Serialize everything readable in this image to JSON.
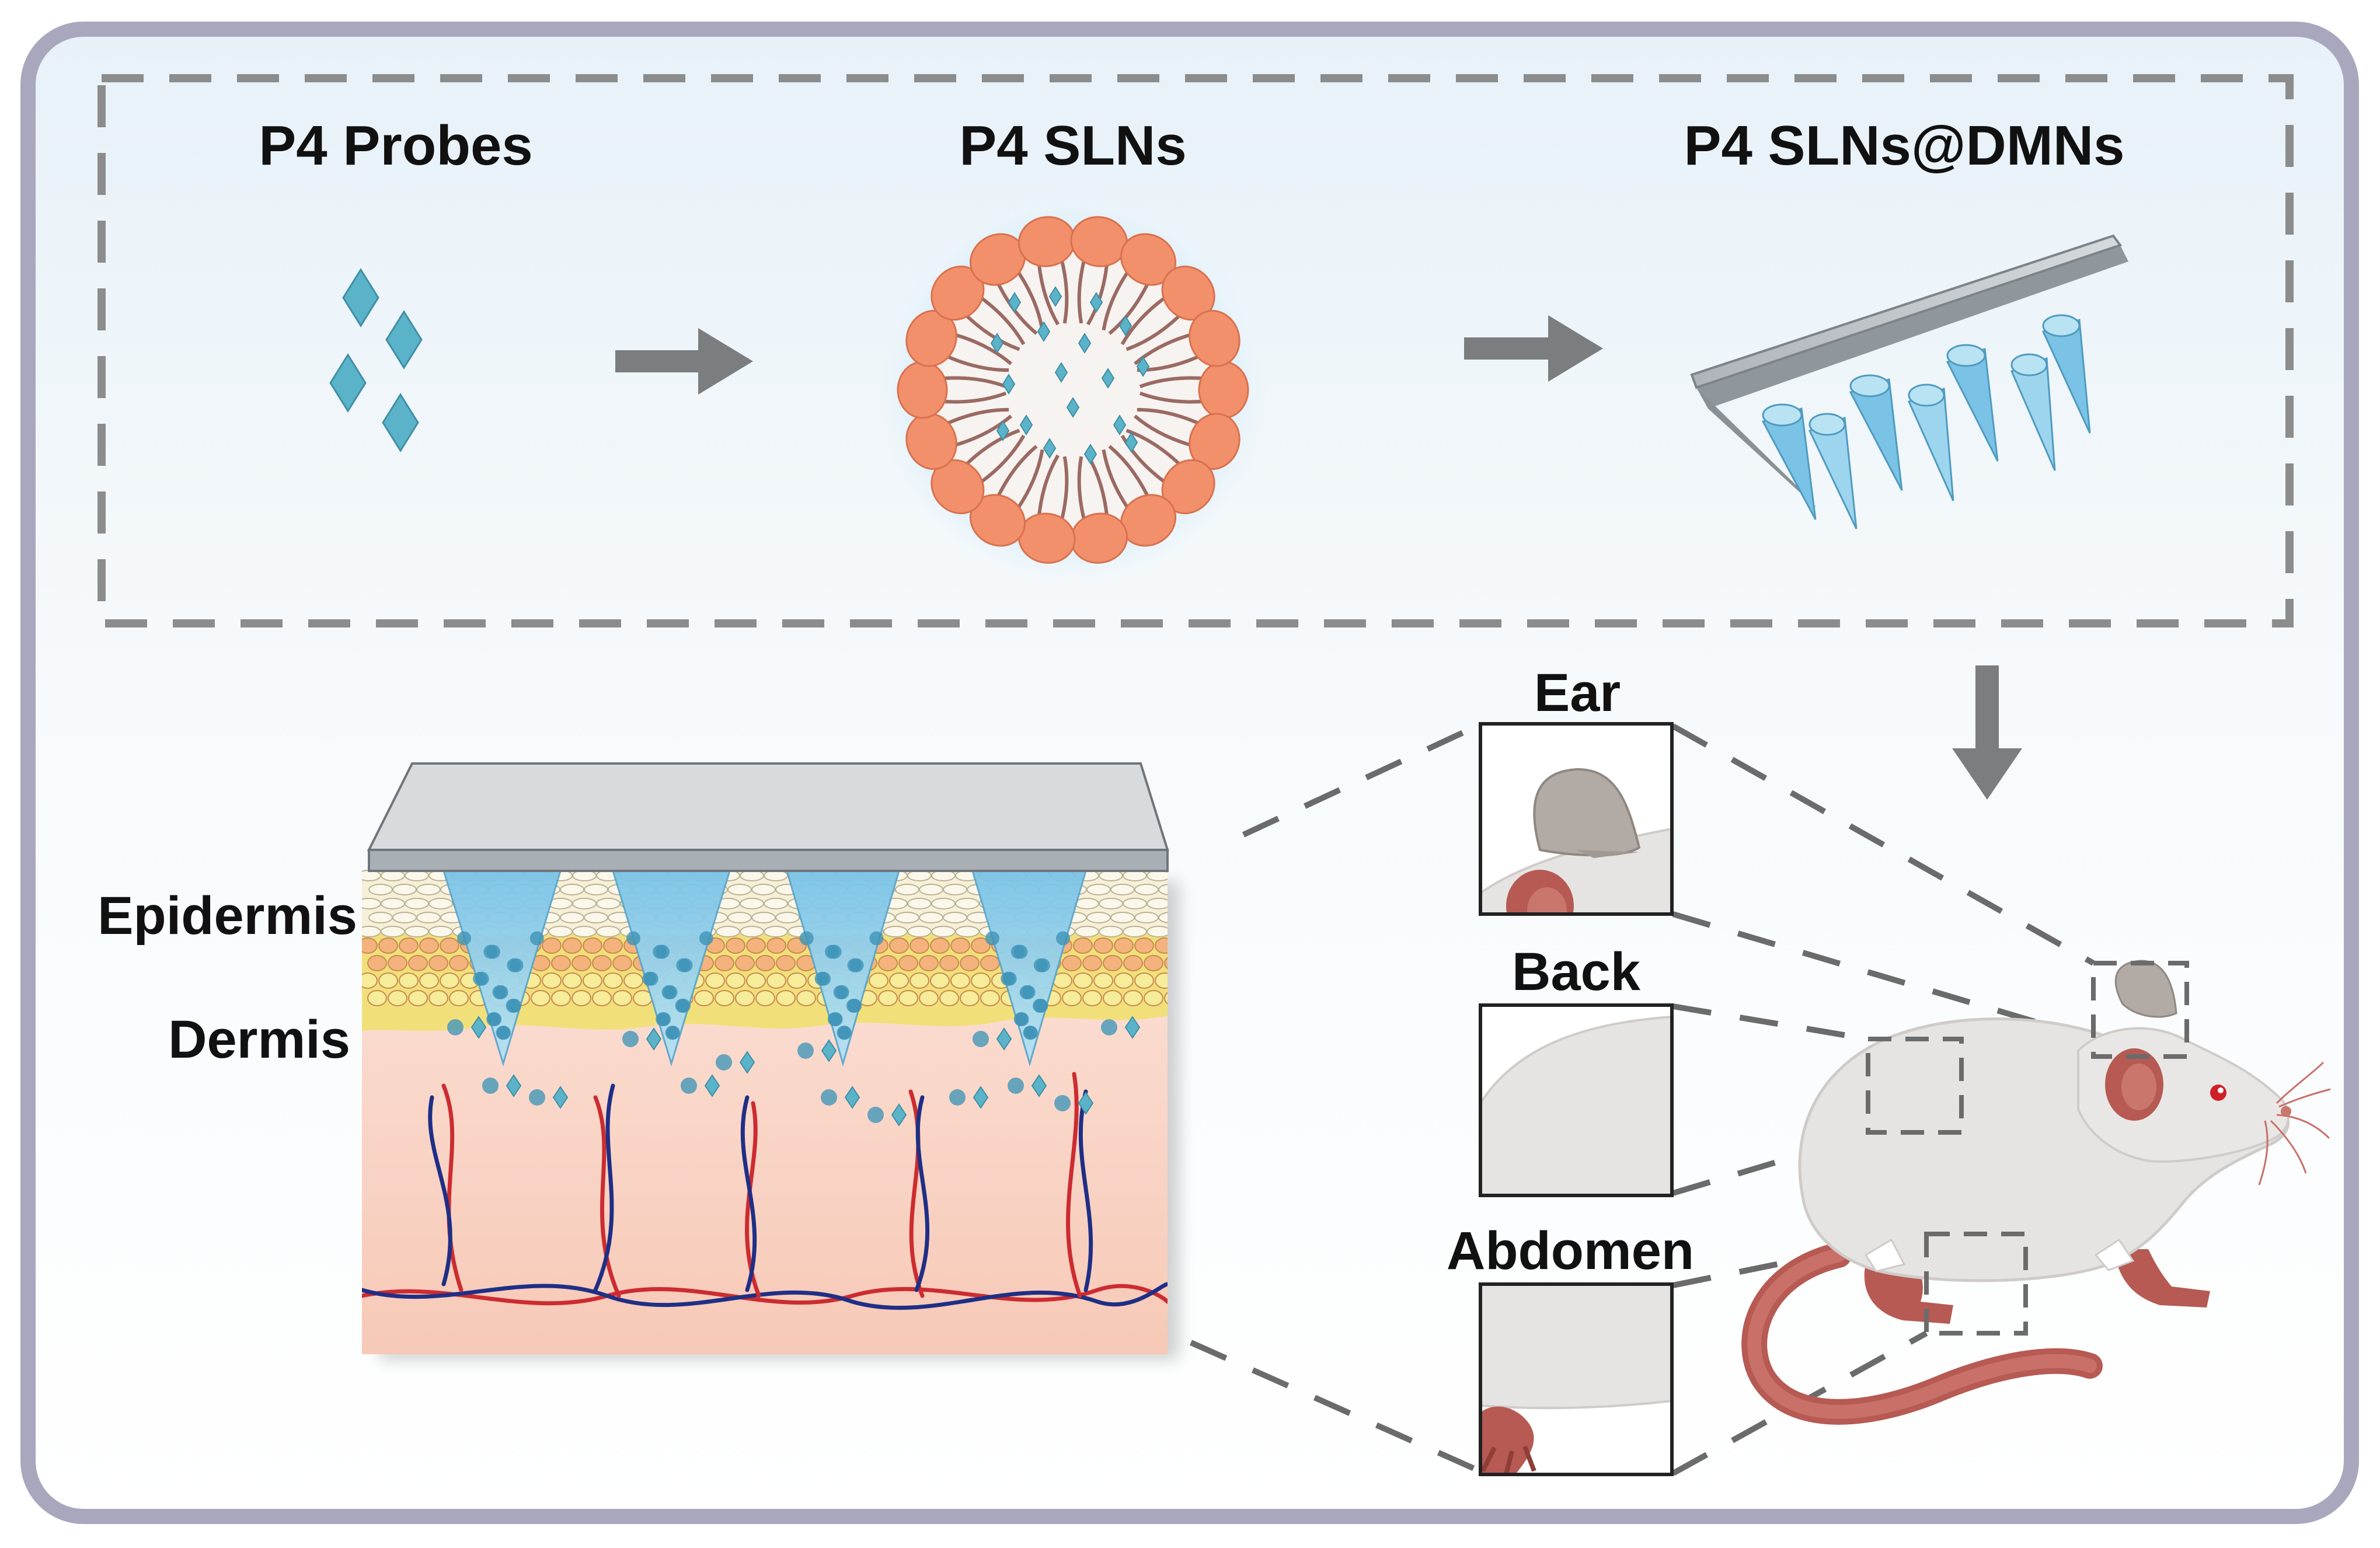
{
  "top_panel": {
    "stage1_label": "P4  Probes",
    "stage2_label": "P4  SLNs",
    "stage3_label": "P4  SLNs@DMNs"
  },
  "skin_panel": {
    "epidermis_label": "Epidermis",
    "dermis_label": "Dermis"
  },
  "sites": {
    "ear_label": "Ear",
    "back_label": "Back",
    "abdomen_label": "Abdomen"
  },
  "colors": {
    "frame": "#a9a7be",
    "probe": "#5ab3c9",
    "lipid_head": "#f2906c",
    "needle": "#8ccfe8",
    "patch": "#c9ced3",
    "arrow": "#7b7d7e",
    "dermis": "#f8cdbd",
    "artery": "#cc2c30",
    "vein": "#1f2f86",
    "mouse_body": "#e6e4e3",
    "mouse_tail": "#c0645c",
    "ear_tip": "#b2aba5"
  }
}
